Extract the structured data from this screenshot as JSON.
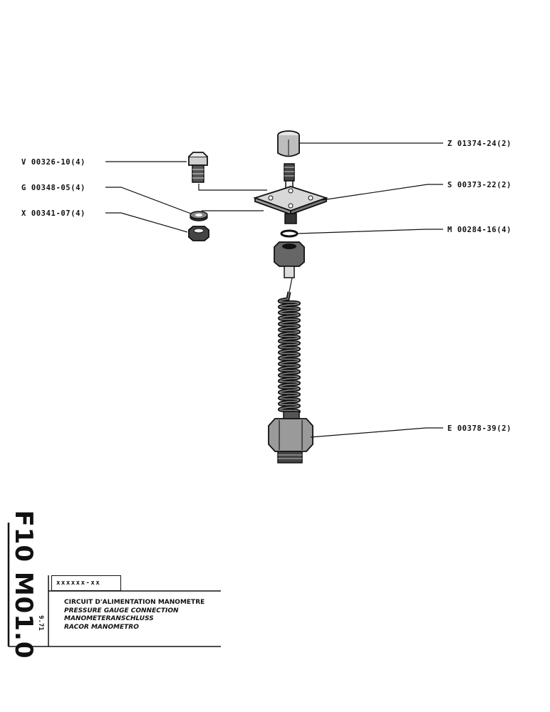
{
  "labels": {
    "left": [
      {
        "id": "bolt",
        "text": "V 00326-10(4)"
      },
      {
        "id": "washer",
        "text": "G 00348-05(4)"
      },
      {
        "id": "nut",
        "text": "X 00341-07(4)"
      }
    ],
    "right": [
      {
        "id": "cap",
        "text": "Z 01374-24(2)"
      },
      {
        "id": "plate",
        "text": "S 00373-22(2)"
      },
      {
        "id": "oring",
        "text": "M 00284-16(4)"
      },
      {
        "id": "fitting",
        "text": "E 00378-39(2)"
      }
    ]
  },
  "title_block": {
    "code": "F10 M01.0",
    "date": "9.71",
    "ref": "xxxxxx-xx",
    "titles": [
      "CIRCUIT D'ALIMENTATION MANOMETRE",
      "PRESSURE GAUGE CONNECTION",
      "MANOMETERANSCHLUSS",
      "RACOR MANOMETRO"
    ]
  }
}
